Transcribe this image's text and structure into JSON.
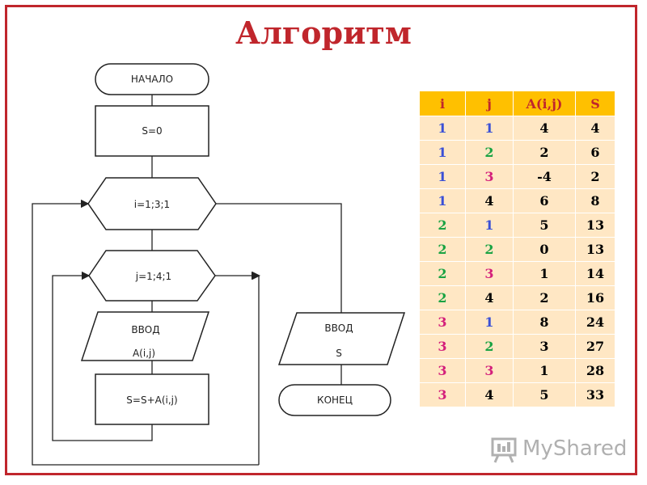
{
  "title": "Алгоритм",
  "flowchart": {
    "start": "НАЧАЛО",
    "init": "S=0",
    "loop_i": "i=1;3;1",
    "loop_j": "j=1;4;1",
    "input_a_line1": "ВВОД",
    "input_a_line2": "A(i,j)",
    "sum": "S=S+A(i,j)",
    "output_line1": "ВВОД",
    "output_line2": "S",
    "end": "КОНЕЦ"
  },
  "table": {
    "headers": [
      "i",
      "j",
      "A(i,j)",
      "S"
    ],
    "rows": [
      [
        "1",
        "1",
        "4",
        "4"
      ],
      [
        "1",
        "2",
        "2",
        "6"
      ],
      [
        "1",
        "3",
        "-4",
        "2"
      ],
      [
        "1",
        "4",
        "6",
        "8"
      ],
      [
        "2",
        "1",
        "5",
        "13"
      ],
      [
        "2",
        "2",
        "0",
        "13"
      ],
      [
        "2",
        "3",
        "1",
        "14"
      ],
      [
        "2",
        "4",
        "2",
        "16"
      ],
      [
        "3",
        "1",
        "8",
        "24"
      ],
      [
        "3",
        "2",
        "3",
        "27"
      ],
      [
        "3",
        "3",
        "1",
        "28"
      ],
      [
        "3",
        "4",
        "5",
        "33"
      ]
    ],
    "colors": {
      "one": "#3b50d6",
      "two": "#1aa343",
      "three": "#d4207b",
      "four": "#000000"
    }
  },
  "logo": {
    "text": "MyShared"
  },
  "colors": {
    "accent": "#c0262c",
    "header_bg": "#ffc000",
    "cell_bg": "#ffe7c4"
  }
}
